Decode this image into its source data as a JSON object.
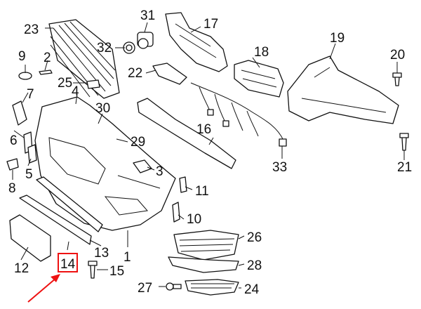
{
  "callouts": {
    "c1": "1",
    "c2": "2",
    "c3": "3",
    "c4": "4",
    "c5": "5",
    "c6": "6",
    "c7": "7",
    "c8": "8",
    "c9": "9",
    "c10": "10",
    "c11": "11",
    "c12": "12",
    "c13": "13",
    "c14": "14",
    "c15": "15",
    "c16": "16",
    "c17": "17",
    "c18": "18",
    "c19": "19",
    "c20": "20",
    "c21": "21",
    "c22": "22",
    "c23": "23",
    "c24": "24",
    "c25": "25",
    "c26": "26",
    "c27": "27",
    "c28": "28",
    "c29": "29",
    "c30": "30",
    "c31": "31",
    "c32": "32",
    "c33": "33"
  },
  "highlight": {
    "part": "14",
    "color": "#ee1111"
  }
}
